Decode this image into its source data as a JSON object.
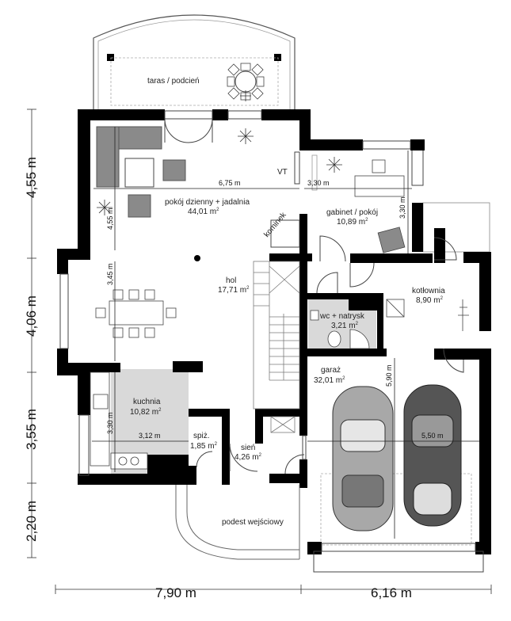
{
  "colors": {
    "wall": "#000000",
    "floor_gray": "#d9d9d9",
    "car_light": "#a8a8a8",
    "car_dark": "#555555",
    "sofa": "#8a8a8a",
    "stair_line": "#7a7a7a"
  },
  "rooms": {
    "terrace": "taras / podcień",
    "living": {
      "name": "pokój dzienny + jadalnia",
      "area": "44,01 m",
      "sup": "2"
    },
    "vt": "VT",
    "fireplace": "kominek",
    "office": {
      "name": "gabinet / pokój",
      "area": "10,89 m",
      "sup": "2"
    },
    "hall": {
      "name": "hol",
      "area": "17,71 m",
      "sup": "2"
    },
    "boiler": {
      "name": "kotłownia",
      "area": "8,90 m",
      "sup": "2"
    },
    "wc": {
      "name": "wc + natrysk",
      "area": "3,21 m",
      "sup": "2"
    },
    "kitchen": {
      "name": "kuchnia",
      "area": "10,82 m",
      "sup": "2"
    },
    "garage": {
      "name": "garaż",
      "area": "32,01 m",
      "sup": "2"
    },
    "pantry": {
      "name": "spiż.",
      "area": "1,85 m",
      "sup": "2"
    },
    "vestibule": {
      "name": "sień",
      "area": "4,26 m",
      "sup": "2"
    },
    "porch": "podest wejściowy"
  },
  "inner_dims": {
    "living_width": "6,75 m",
    "living_height": "4,55 m",
    "office_width": "3,30 m",
    "office_height": "3,30 m",
    "hall_height": "3,45 m",
    "kitchen_height": "3,30 m",
    "kitchen_width": "3,12 m",
    "garage_width": "5,50 m",
    "garage_height": "5,90 m"
  },
  "outer_dims": {
    "left_1": "4,55 m",
    "left_2": "4,06 m",
    "left_3": "3,55 m",
    "left_4": "2,20 m",
    "bottom_1": "7,90 m",
    "bottom_2": "6,16 m"
  }
}
